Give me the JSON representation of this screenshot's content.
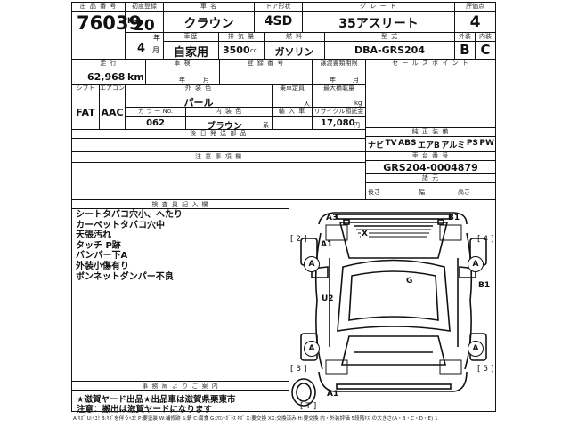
{
  "header": {
    "lot_label": "出 品 番 号",
    "lot_no": "76039",
    "reg_label": "初度登録",
    "era": "H",
    "year": "20",
    "year_unit": "年",
    "month": "4",
    "month_unit": "月",
    "car_label": "車 名",
    "car_name": "クラウン",
    "door_label": "ドア形状",
    "door": "4SD",
    "grade_label": "グ レ ー ド",
    "grade": "35アスリート",
    "score_label": "評価点",
    "score": "4",
    "use_label": "車歴",
    "use": "自家用",
    "disp_label": "排 気 量",
    "disp": "3500",
    "disp_unit": "cc",
    "fuel_label": "燃 料",
    "fuel": "ガソリン",
    "model_label": "型 式",
    "model": "DBA-GRS204",
    "ext_label": "外装",
    "ext": "B",
    "int_label": "内装",
    "int": "C"
  },
  "row2": {
    "mileage_label": "走 行",
    "mileage": "62,968",
    "mileage_unit": "km",
    "inspect_label": "車 検",
    "inspect_y": "年",
    "inspect_m": "月",
    "reg_no_label": "登 録 番 号",
    "doc_label": "譲渡書類期限",
    "doc_y": "年",
    "doc_m": "月",
    "sales_point_label": "セ ー ル ス ポ イ ン ト"
  },
  "row3": {
    "shift_label": "シフト",
    "shift": "FAT",
    "ac_label": "エアコン",
    "ac": "AAC",
    "color_label": "外 装 色",
    "color": "パール",
    "capacity_label": "乗車定員",
    "capacity_unit": "人",
    "load_label": "最大積載量",
    "load_unit": "kg",
    "color_no_label": "カ ラ ー No.",
    "color_no": "062",
    "int_color_label": "内 装 色",
    "int_color": "ブラウン",
    "int_color_unit": "系",
    "import_label": "輸 入 車",
    "recycle_label": "リサイクル預託金",
    "recycle": "17,080",
    "recycle_unit": "円",
    "parts_label": "後 日 発 送 部 品",
    "equip_label": "純 正 装 備",
    "equipment": [
      "ナビ",
      "TV",
      "ABS",
      "エアB",
      "アルミ",
      "PS",
      "PW"
    ]
  },
  "row4": {
    "notes_label": "注 意 事 項 欄",
    "chassis_label": "車 台 番 号",
    "chassis": "GRS204-0004879",
    "dims_label": "諸 元",
    "length_label": "長さ",
    "width_label": "幅",
    "height_label": "高さ"
  },
  "inspector": {
    "label": "検 査 員 記 入 欄",
    "notes": [
      "シートタバコ穴小、へたり",
      "カーペットタバコ穴中",
      "天張汚れ",
      "タッチ P跡",
      "バンパー下A",
      "外装小傷有り",
      "ボンネットダンパー不良"
    ]
  },
  "diagram": {
    "marks": {
      "a3": "A3",
      "b1_top": "B1",
      "x": "X",
      "a1_front": "A1",
      "a_fl": "A",
      "a_fr": "A",
      "b1_side": "B1",
      "g": "G",
      "u2": "U2",
      "a_rl": "A",
      "a_rr": "A",
      "a1_rear": "A1",
      "t": "T",
      "sd_fl": "2",
      "sd_fr": "4",
      "sd_rl": "3",
      "sd_rr": "5"
    }
  },
  "office": {
    "label": "事 務 局 よ り ご 案 内",
    "line1": "★滋賀ヤード出品★出品車は滋賀県栗東市",
    "line2": "注意：搬出は滋賀ヤードになります"
  },
  "legend": "A:ｷｽﾞ U:ﾍｺﾐ B:ｷｽﾞを伴うﾍｺﾐ P:要塗装 W:補修跡 S:錆 C:腐食 G:ﾌﾛﾝﾄｶﾞﾗｽ ｷｽﾞ X:要交換 XX:交換済み H:要交換 内・外装評価 5段階ｷｽﾞの大きさ(A・B・C・D・E) 1"
}
